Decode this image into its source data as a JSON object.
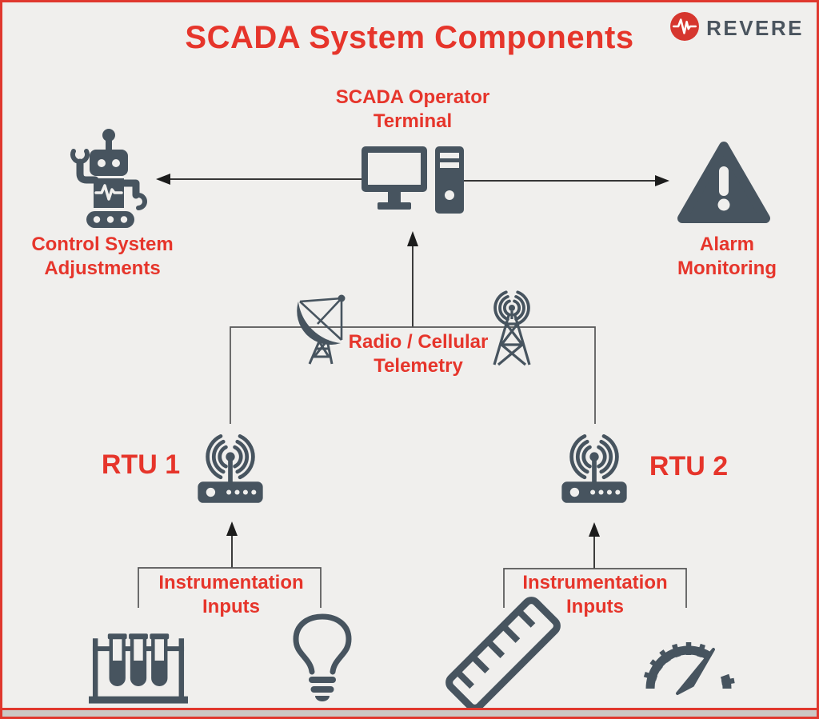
{
  "header": {
    "title": "SCADA System Components",
    "logo": {
      "brand": "REVERE",
      "icon": "pulse-waveform-icon"
    }
  },
  "colors": {
    "background": "#f0efed",
    "accent_red": "#e6352b",
    "border_red": "#e0382e",
    "icon_slate": "#47545f",
    "logo_red": "#d6362e",
    "logo_text": "#4a545e",
    "connector_gray": "#555555",
    "arrow_black": "#1c1c1c"
  },
  "nodes": {
    "terminal": {
      "line1": "SCADA Operator",
      "line2": "Terminal",
      "icon": "desktop-computer-icon"
    },
    "control_adjustments": {
      "line1": "Control System",
      "line2": "Adjustments",
      "icon": "robot-icon"
    },
    "alarm_monitoring": {
      "line1": "Alarm",
      "line2": "Monitoring",
      "icon": "warning-triangle-icon"
    },
    "telemetry": {
      "line1": "Radio / Cellular",
      "line2": "Telemetry",
      "icon_left": "satellite-dish-icon",
      "icon_right": "radio-tower-icon"
    },
    "rtu1": {
      "label": "RTU 1",
      "icon": "wireless-router-icon"
    },
    "rtu2": {
      "label": "RTU 2",
      "icon": "wireless-router-icon"
    },
    "instrumentation_left": {
      "line1": "Instrumentation",
      "line2": "Inputs",
      "icon_left": "test-tubes-icon",
      "icon_right": "lightbulb-icon"
    },
    "instrumentation_right": {
      "line1": "Instrumentation",
      "line2": "Inputs",
      "icon_left": "ruler-icon",
      "icon_right": "gauge-icon"
    }
  },
  "edges": [
    {
      "from": "terminal",
      "to": "control_adjustments",
      "type": "arrow"
    },
    {
      "from": "terminal",
      "to": "alarm_monitoring",
      "type": "arrow"
    },
    {
      "from": "telemetry",
      "to": "terminal",
      "type": "arrow"
    },
    {
      "from": "rtu1",
      "to": "telemetry",
      "type": "line"
    },
    {
      "from": "rtu2",
      "to": "telemetry",
      "type": "line"
    },
    {
      "from": "instrumentation_left",
      "to": "rtu1",
      "type": "arrow"
    },
    {
      "from": "instrumentation_right",
      "to": "rtu2",
      "type": "arrow"
    }
  ]
}
